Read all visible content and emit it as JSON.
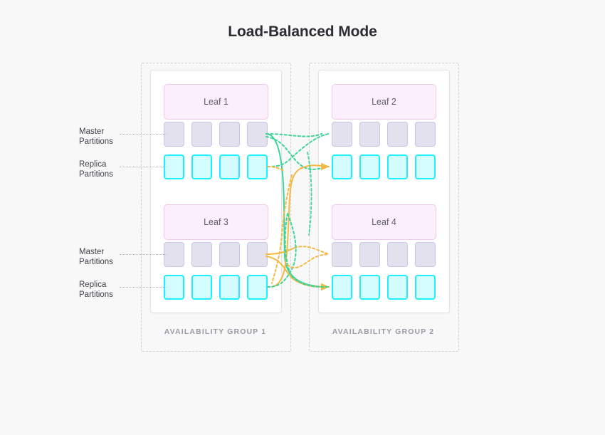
{
  "title": "Load-Balanced Mode",
  "colors": {
    "background": "#f8f8f8",
    "title_text": "#2d2d33",
    "leaf_fill": "#fbeffb",
    "leaf_border": "#eec9ea",
    "master_fill": "#e4e1ef",
    "master_border": "#cbc3e8",
    "replica_fill": "#d4fdff",
    "replica_border": "#20f0fd",
    "card_border": "#e3e3e6",
    "group_border": "#cfcfd4",
    "group_label": "#9a9aa6",
    "link_green": "#3dd598",
    "link_orange": "#f5b844",
    "leader_line": "#b4b4bd"
  },
  "availability_groups": [
    {
      "label": "AVAILABILITY GROUP 1",
      "leaves": [
        {
          "name": "Leaf 1",
          "rows": [
            {
              "type": "master",
              "label": "Master Partitions",
              "count": 4
            },
            {
              "type": "replica",
              "label": "Replica Partitions",
              "count": 4
            }
          ]
        },
        {
          "name": "Leaf 3",
          "rows": [
            {
              "type": "master",
              "label": "Master Partitions",
              "count": 4
            },
            {
              "type": "replica",
              "label": "Replica Partitions",
              "count": 4
            }
          ]
        }
      ]
    },
    {
      "label": "AVAILABILITY GROUP 2",
      "leaves": [
        {
          "name": "Leaf 2",
          "rows": [
            {
              "type": "master",
              "label": "Master Partitions",
              "count": 4
            },
            {
              "type": "replica",
              "label": "Replica Partitions",
              "count": 4
            }
          ]
        },
        {
          "name": "Leaf 4",
          "rows": [
            {
              "type": "master",
              "label": "Master Partitions",
              "count": 4
            },
            {
              "type": "replica",
              "label": "Replica Partitions",
              "count": 4
            }
          ]
        }
      ]
    }
  ],
  "side_labels": {
    "master_1": {
      "line1": "Master",
      "line2": "Partitions"
    },
    "replica_1": {
      "line1": "Replica",
      "line2": "Partitions"
    },
    "master_2": {
      "line1": "Master",
      "line2": "Partitions"
    },
    "replica_2": {
      "line1": "Replica",
      "line2": "Partitions"
    }
  },
  "replication_links": [
    {
      "id": "l1m-to-l2m",
      "color": "#3dd598",
      "style": "dotted",
      "from": "leaf1-master",
      "to": "leaf2-master"
    },
    {
      "id": "l1m-to-l4r",
      "color": "#3dd598",
      "style": "solid",
      "from": "leaf1-master",
      "to": "leaf4-replica",
      "arrow": true
    },
    {
      "id": "l1r-to-l4m",
      "color": "#3dd598",
      "style": "dotted",
      "from": "leaf1-replica",
      "to": "leaf4-master"
    },
    {
      "id": "l3m-to-l2r",
      "color": "#f5b844",
      "style": "solid",
      "from": "leaf3-master",
      "to": "leaf2-replica",
      "arrow": true
    },
    {
      "id": "l3m-to-l4m",
      "color": "#f5b844",
      "style": "dotted",
      "from": "leaf3-master",
      "to": "leaf4-master"
    },
    {
      "id": "l3r-to-l2m",
      "color": "#f5b844",
      "style": "dotted",
      "from": "leaf3-replica",
      "to": "leaf2-master"
    },
    {
      "id": "l1r-stub",
      "color": "#3dd598",
      "style": "dotted",
      "from": "leaf1-replica",
      "to": "crossing"
    },
    {
      "id": "l3r-stub",
      "color": "#3dd598",
      "style": "dotted",
      "from": "leaf3-replica",
      "to": "crossing"
    }
  ]
}
